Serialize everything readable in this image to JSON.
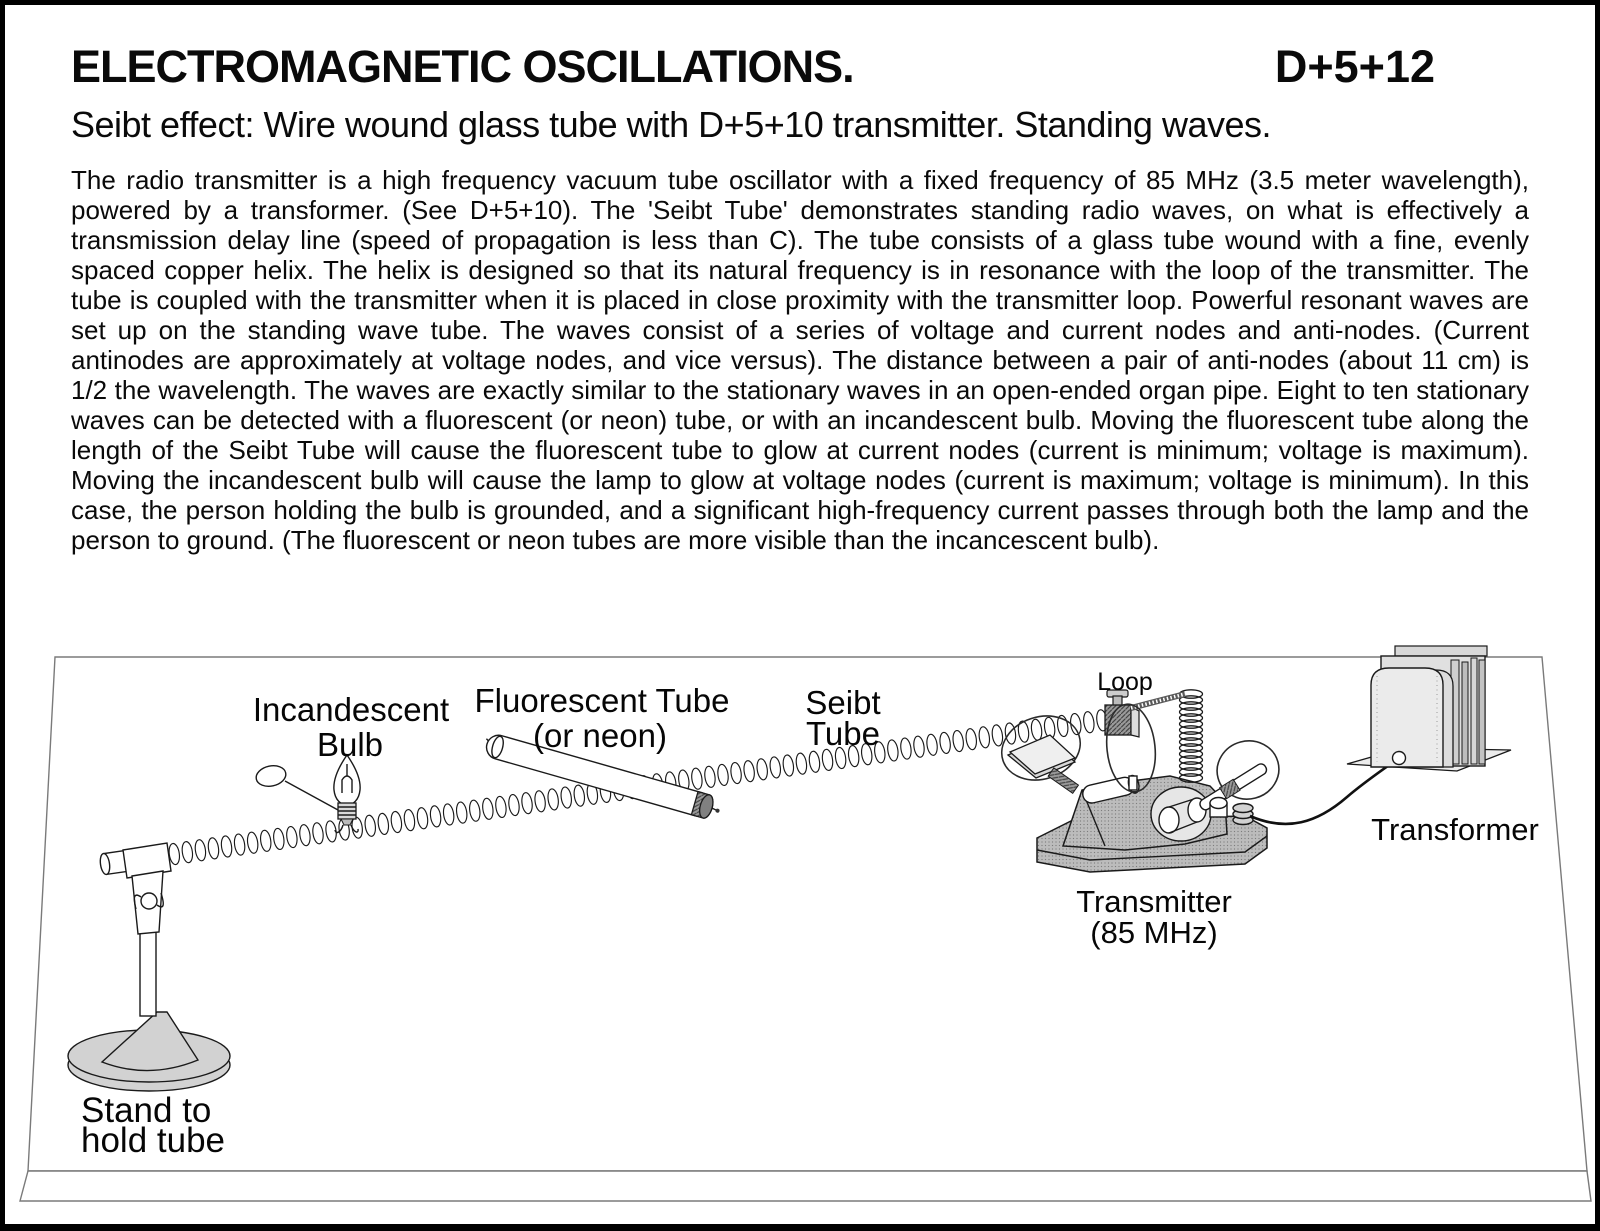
{
  "header": {
    "title": "ELECTROMAGNETIC OSCILLATIONS.",
    "code": "D+5+12",
    "subtitle": "Seibt effect: Wire wound glass tube with D+5+10 transmitter. Standing waves."
  },
  "body_text": "The radio transmitter is a high frequency vacuum tube oscillator with a fixed frequency of 85 MHz (3.5 meter wavelength), powered by a transformer. (See D+5+10). The 'Seibt Tube' demonstrates standing radio waves, on what is effectively a transmission delay line (speed of propagation is less than C).  The tube consists of a glass tube wound with a fine, evenly spaced copper helix.  The helix is designed so that its natural frequency is in resonance with the loop of the transmitter. The tube is coupled with the transmitter when it is placed in close proximity with the transmitter loop.  Powerful resonant waves are set up on the standing wave tube. The waves consist of a series of voltage and current nodes and anti-nodes. (Current antinodes are approximately at voltage nodes, and vice versus).  The distance between a pair of anti-nodes (about 11 cm) is 1/2 the wavelength. The waves are exactly similar to the stationary waves in an open-ended organ pipe. Eight to ten stationary waves can be detected with a fluorescent (or neon) tube, or with an incandescent bulb. Moving the fluorescent tube along the length of the Seibt Tube will cause the fluorescent tube to glow at current nodes (current is minimum; voltage is maximum). Moving the incandescent bulb will cause the lamp to glow at voltage nodes (current is maximum; voltage is minimum). In this case, the person holding the bulb is grounded, and a significant high-frequency current passes through both the lamp and the person to ground.  (The fluorescent or neon tubes are more visible than the incancescent bulb).",
  "diagram": {
    "labels": {
      "incandescent_line1": "Incandescent",
      "incandescent_line2": "Bulb",
      "fluorescent_line1": "Fluorescent Tube",
      "fluorescent_line2": "(or neon)",
      "seibt_line1": "Seibt",
      "seibt_line2": "Tube",
      "loop": "Loop",
      "transmitter_line1": "Transmitter",
      "transmitter_line2": "(85 MHz)",
      "transformer": "Transformer",
      "stand_line1": "Stand to",
      "stand_line2": "hold tube"
    },
    "transmitter_frequency": "85 MHz",
    "colors": {
      "ink": "#1a1a1a",
      "device_gray": "#bcbcbc",
      "light_gray": "#e9e9e9"
    }
  }
}
